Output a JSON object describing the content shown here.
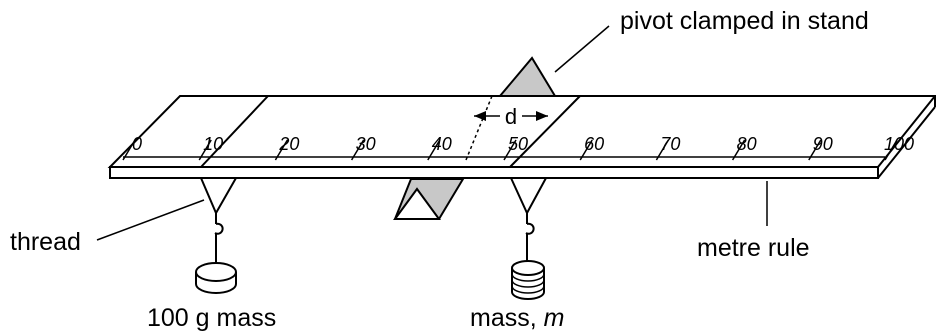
{
  "labels": {
    "pivot": "pivot clamped in stand",
    "distance": "d",
    "thread": "thread",
    "metre_rule": "metre rule",
    "left_mass": "100 g mass",
    "right_mass_prefix": "mass, ",
    "right_mass_symbol": "m"
  },
  "scale_marks": [
    "0",
    "10",
    "20",
    "30",
    "40",
    "50",
    "60",
    "70",
    "80",
    "90",
    "100"
  ],
  "colors": {
    "pivot_fill": "#c8c8c8",
    "line": "#000000"
  }
}
